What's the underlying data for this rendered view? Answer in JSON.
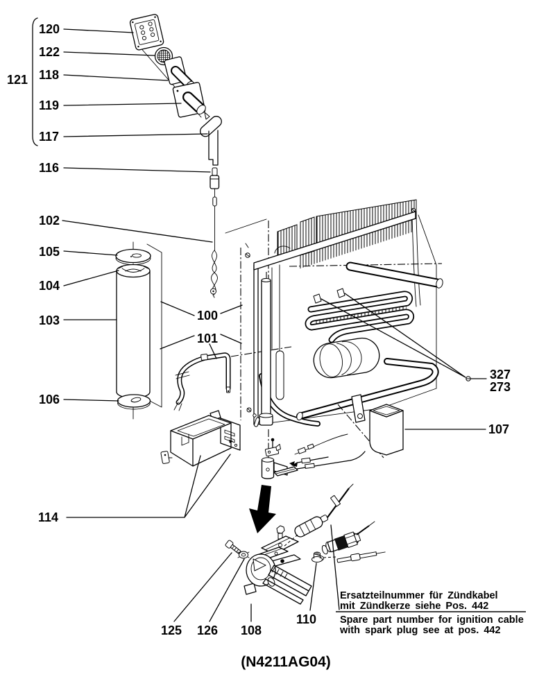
{
  "page": {
    "paper_color": "#ffffff",
    "ink_color": "#000000"
  },
  "figure": {
    "code": "(N4211AG04)"
  },
  "note": {
    "de1": "Ersatzteilnummer für Zündkabel",
    "de2": "mit Zündkerze siehe Pos. 442",
    "en1": "Spare part number for ignition cable",
    "en2": "with spark plug see at pos. 442"
  },
  "part_labels": {
    "100": "100",
    "101": "101",
    "102": "102",
    "103": "103",
    "104": "104",
    "105": "105",
    "106": "106",
    "107": "107",
    "108": "108",
    "110": "110",
    "114": "114",
    "116": "116",
    "117": "117",
    "118": "118",
    "119": "119",
    "120": "120",
    "121": "121",
    "122": "122",
    "125": "125",
    "126": "126",
    "273": "273",
    "327": "327"
  }
}
